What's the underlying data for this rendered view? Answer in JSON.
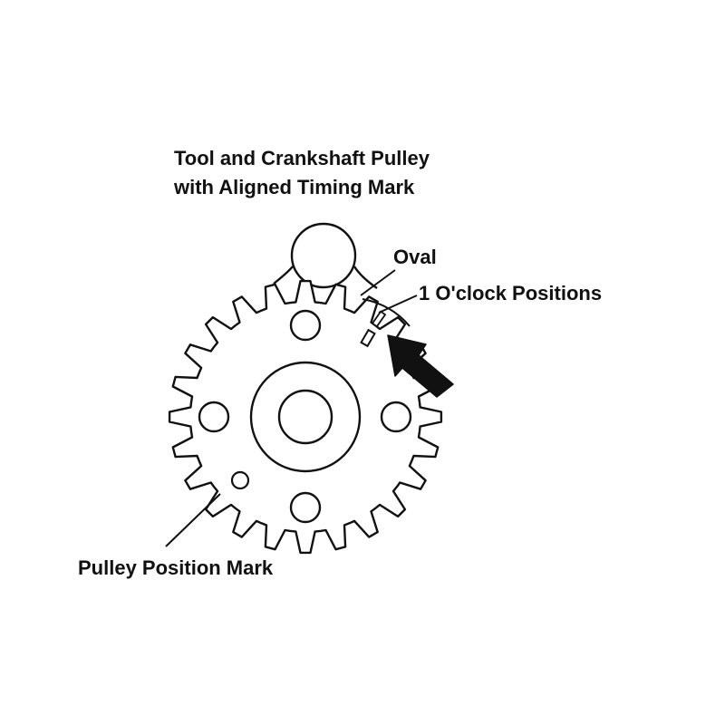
{
  "title": {
    "line1": "Tool and Crankshaft Pulley",
    "line2": "with Aligned Timing Mark"
  },
  "labels": {
    "oval": "Oval",
    "one_oclock": "1 O'clock Positions",
    "pulley_position_mark": "Pulley Position Mark"
  },
  "colors": {
    "stroke": "#111111",
    "fill": "#ffffff"
  },
  "icons": {
    "pointer": "arrow-icon"
  }
}
